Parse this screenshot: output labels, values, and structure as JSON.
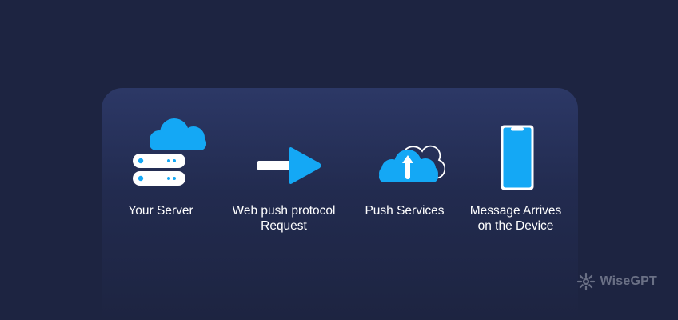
{
  "steps": [
    {
      "label": "Your Server",
      "icon": "server-cloud-icon"
    },
    {
      "label": "Web push protocol\nRequest",
      "icon": "arrow-right-icon"
    },
    {
      "label": "Push Services",
      "icon": "cloud-upload-icon"
    },
    {
      "label": "Message Arrives\non the Device",
      "icon": "smartphone-icon"
    }
  ],
  "brand": {
    "name": "WiseGPT",
    "icon": "wisegpt-logo-icon"
  },
  "colors": {
    "background": "#1d2441",
    "panel": "#2c3866",
    "accent": "#14a8f5",
    "white": "#ffffff"
  }
}
